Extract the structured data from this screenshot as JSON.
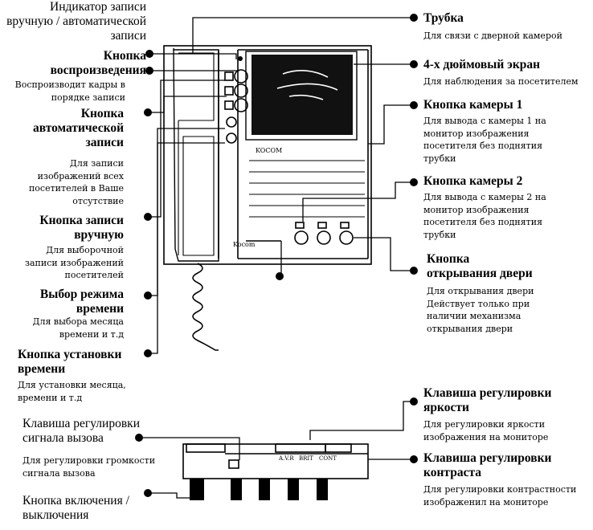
{
  "colors": {
    "ink": "#000000",
    "paper": "#ffffff",
    "screen": "#111111"
  },
  "left": {
    "indicator": {
      "title": [
        "Индикатор записи",
        "вручную / автоматической",
        "записи"
      ]
    },
    "playback": {
      "title": [
        "Кнопка",
        "воспроизведения"
      ],
      "desc": [
        "Воспроизводит кадры в",
        "порядке записи"
      ]
    },
    "auto_record": {
      "title": [
        "Кнопка",
        "автоматической",
        "записи"
      ],
      "desc": [
        "Для записи",
        "изображений всех",
        "посетителей в Ваше",
        "отсутствие"
      ]
    },
    "manual_record": {
      "title": [
        "Кнопка записи",
        "вручную"
      ],
      "desc": [
        "Для выборочной",
        "записи изображений",
        "посетителей"
      ]
    },
    "time_mode": {
      "title": [
        "Выбор режима",
        "времени"
      ],
      "desc": [
        "Для выбора месяца",
        "времени и т.д"
      ]
    },
    "time_set": {
      "title": [
        "Кнопка установки",
        "времени"
      ],
      "desc": [
        "Для установки месяца,",
        "времени и т.д"
      ]
    },
    "ring_volume": {
      "title": [
        "Клавиша регулировки",
        "сигнала вызова"
      ],
      "desc": [
        "Для регулировки громкости",
        "сигнала вызова"
      ]
    },
    "power": {
      "title": [
        "Кнопка включения /",
        "выключения"
      ]
    }
  },
  "right": {
    "handset": {
      "title": [
        "Трубка"
      ],
      "desc": [
        "Для связи с дверной камерой"
      ]
    },
    "screen": {
      "title": [
        "4-х дюймовый экран"
      ],
      "desc": [
        "Для наблюдения за посетителем"
      ]
    },
    "camera1": {
      "title": [
        "Кнопка камеры 1"
      ],
      "desc": [
        "Для вывода с камеры 1  на",
        "монитор изображения",
        "посетителя без поднятия",
        "трубки"
      ]
    },
    "camera2": {
      "title": [
        "Кнопка камеры 2"
      ],
      "desc": [
        "Для вывода с камеры 2  на",
        "монитор изображения",
        "посетителя без поднятия",
        "трубки"
      ]
    },
    "door": {
      "title": [
        "Кнопка",
        "открывания двери"
      ],
      "desc": [
        "Для открывания двери",
        "Действует только при",
        "наличии механизма",
        "открывания  двери"
      ]
    },
    "brightness": {
      "title": [
        "Клавиша регулировки",
        "яркости"
      ],
      "desc": [
        "Для регулировки яркости",
        "изображения на мониторе"
      ]
    },
    "contrast": {
      "title": [
        "Клавиша регулировки",
        "контраста"
      ],
      "desc": [
        "Для регулировки контрастности",
        "изображенил на мониторе"
      ]
    }
  },
  "device": {
    "brand_top": "KOCOM",
    "brand_bottom": "Kocom",
    "bottom_labels": [
      "A.V.R",
      "BRIT",
      "CONT"
    ]
  }
}
